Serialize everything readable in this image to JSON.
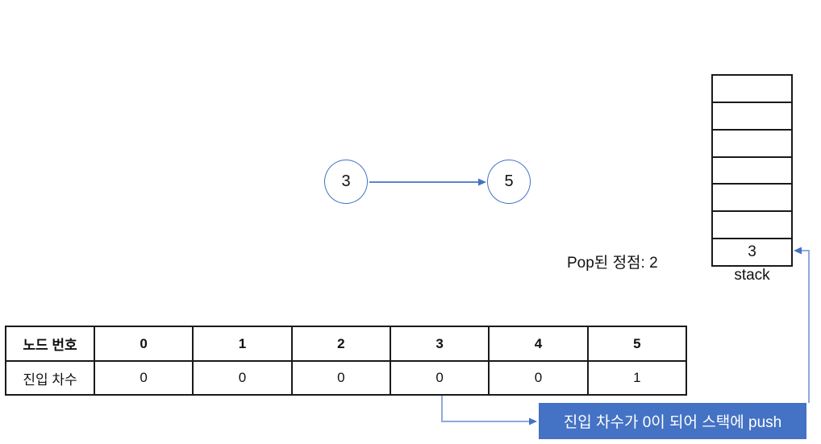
{
  "graph": {
    "nodes": [
      {
        "label": "3"
      },
      {
        "label": "5"
      }
    ]
  },
  "stack": {
    "cells": [
      "",
      "",
      "",
      "",
      "",
      "",
      "3"
    ],
    "caption": "stack"
  },
  "status": {
    "pop_text": "Pop된 정점: 2"
  },
  "table": {
    "header_label": "노드 번호",
    "row_label": "진입 차수",
    "node_numbers": [
      "0",
      "1",
      "2",
      "3",
      "4",
      "5"
    ],
    "in_degrees": [
      "0",
      "0",
      "0",
      "0",
      "0",
      "1"
    ]
  },
  "callout": {
    "text": "진입 차수가 0이 되어 스택에 push"
  },
  "colors": {
    "accent_blue": "#4472C4",
    "connector_blue": "#8FAADC",
    "line_black": "#1a1a1a"
  }
}
